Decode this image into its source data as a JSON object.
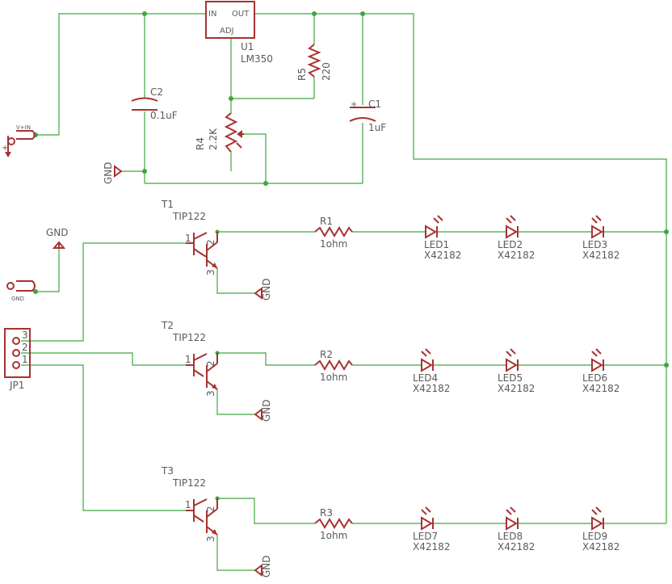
{
  "regulator": {
    "ref": "U1",
    "value": "LM350",
    "pin_in": "IN",
    "pin_out": "OUT",
    "pin_adj": "ADJ"
  },
  "c2": {
    "ref": "C2",
    "value": "0.1uF"
  },
  "c1": {
    "ref": "C1",
    "value": "1uF",
    "polarity": "+"
  },
  "r5": {
    "ref": "R5",
    "value": "220"
  },
  "r4": {
    "ref": "R4",
    "value": "2.2K"
  },
  "vin": {
    "label": "V+IN",
    "symbol": "+"
  },
  "gnd_jack": {
    "label": "GND"
  },
  "gnd_label": "GND",
  "jp1": {
    "ref": "JP1",
    "pins": [
      "3",
      "2",
      "1"
    ]
  },
  "channels": [
    {
      "transistor_ref": "T1",
      "transistor_value": "TIP122",
      "pin_b": "1",
      "pin_c": "2",
      "pin_e": "3",
      "resistor_ref": "R1",
      "resistor_value": "1ohm",
      "leds": [
        {
          "ref": "LED1",
          "value": "X42182"
        },
        {
          "ref": "LED2",
          "value": "X42182"
        },
        {
          "ref": "LED3",
          "value": "X42182"
        }
      ]
    },
    {
      "transistor_ref": "T2",
      "transistor_value": "TIP122",
      "pin_b": "1",
      "pin_c": "2",
      "pin_e": "3",
      "resistor_ref": "R2",
      "resistor_value": "1ohm",
      "leds": [
        {
          "ref": "LED4",
          "value": "X42182"
        },
        {
          "ref": "LED5",
          "value": "X42182"
        },
        {
          "ref": "LED6",
          "value": "X42182"
        }
      ]
    },
    {
      "transistor_ref": "T3",
      "transistor_value": "TIP122",
      "pin_b": "1",
      "pin_c": "2",
      "pin_e": "3",
      "resistor_ref": "R3",
      "resistor_value": "1ohm",
      "leds": [
        {
          "ref": "LED7",
          "value": "X42182"
        },
        {
          "ref": "LED8",
          "value": "X42182"
        },
        {
          "ref": "LED9",
          "value": "X42182"
        }
      ]
    }
  ],
  "colors": {
    "wire": "#3fa63f",
    "component": "#a83232",
    "text": "#5a5a5a"
  }
}
